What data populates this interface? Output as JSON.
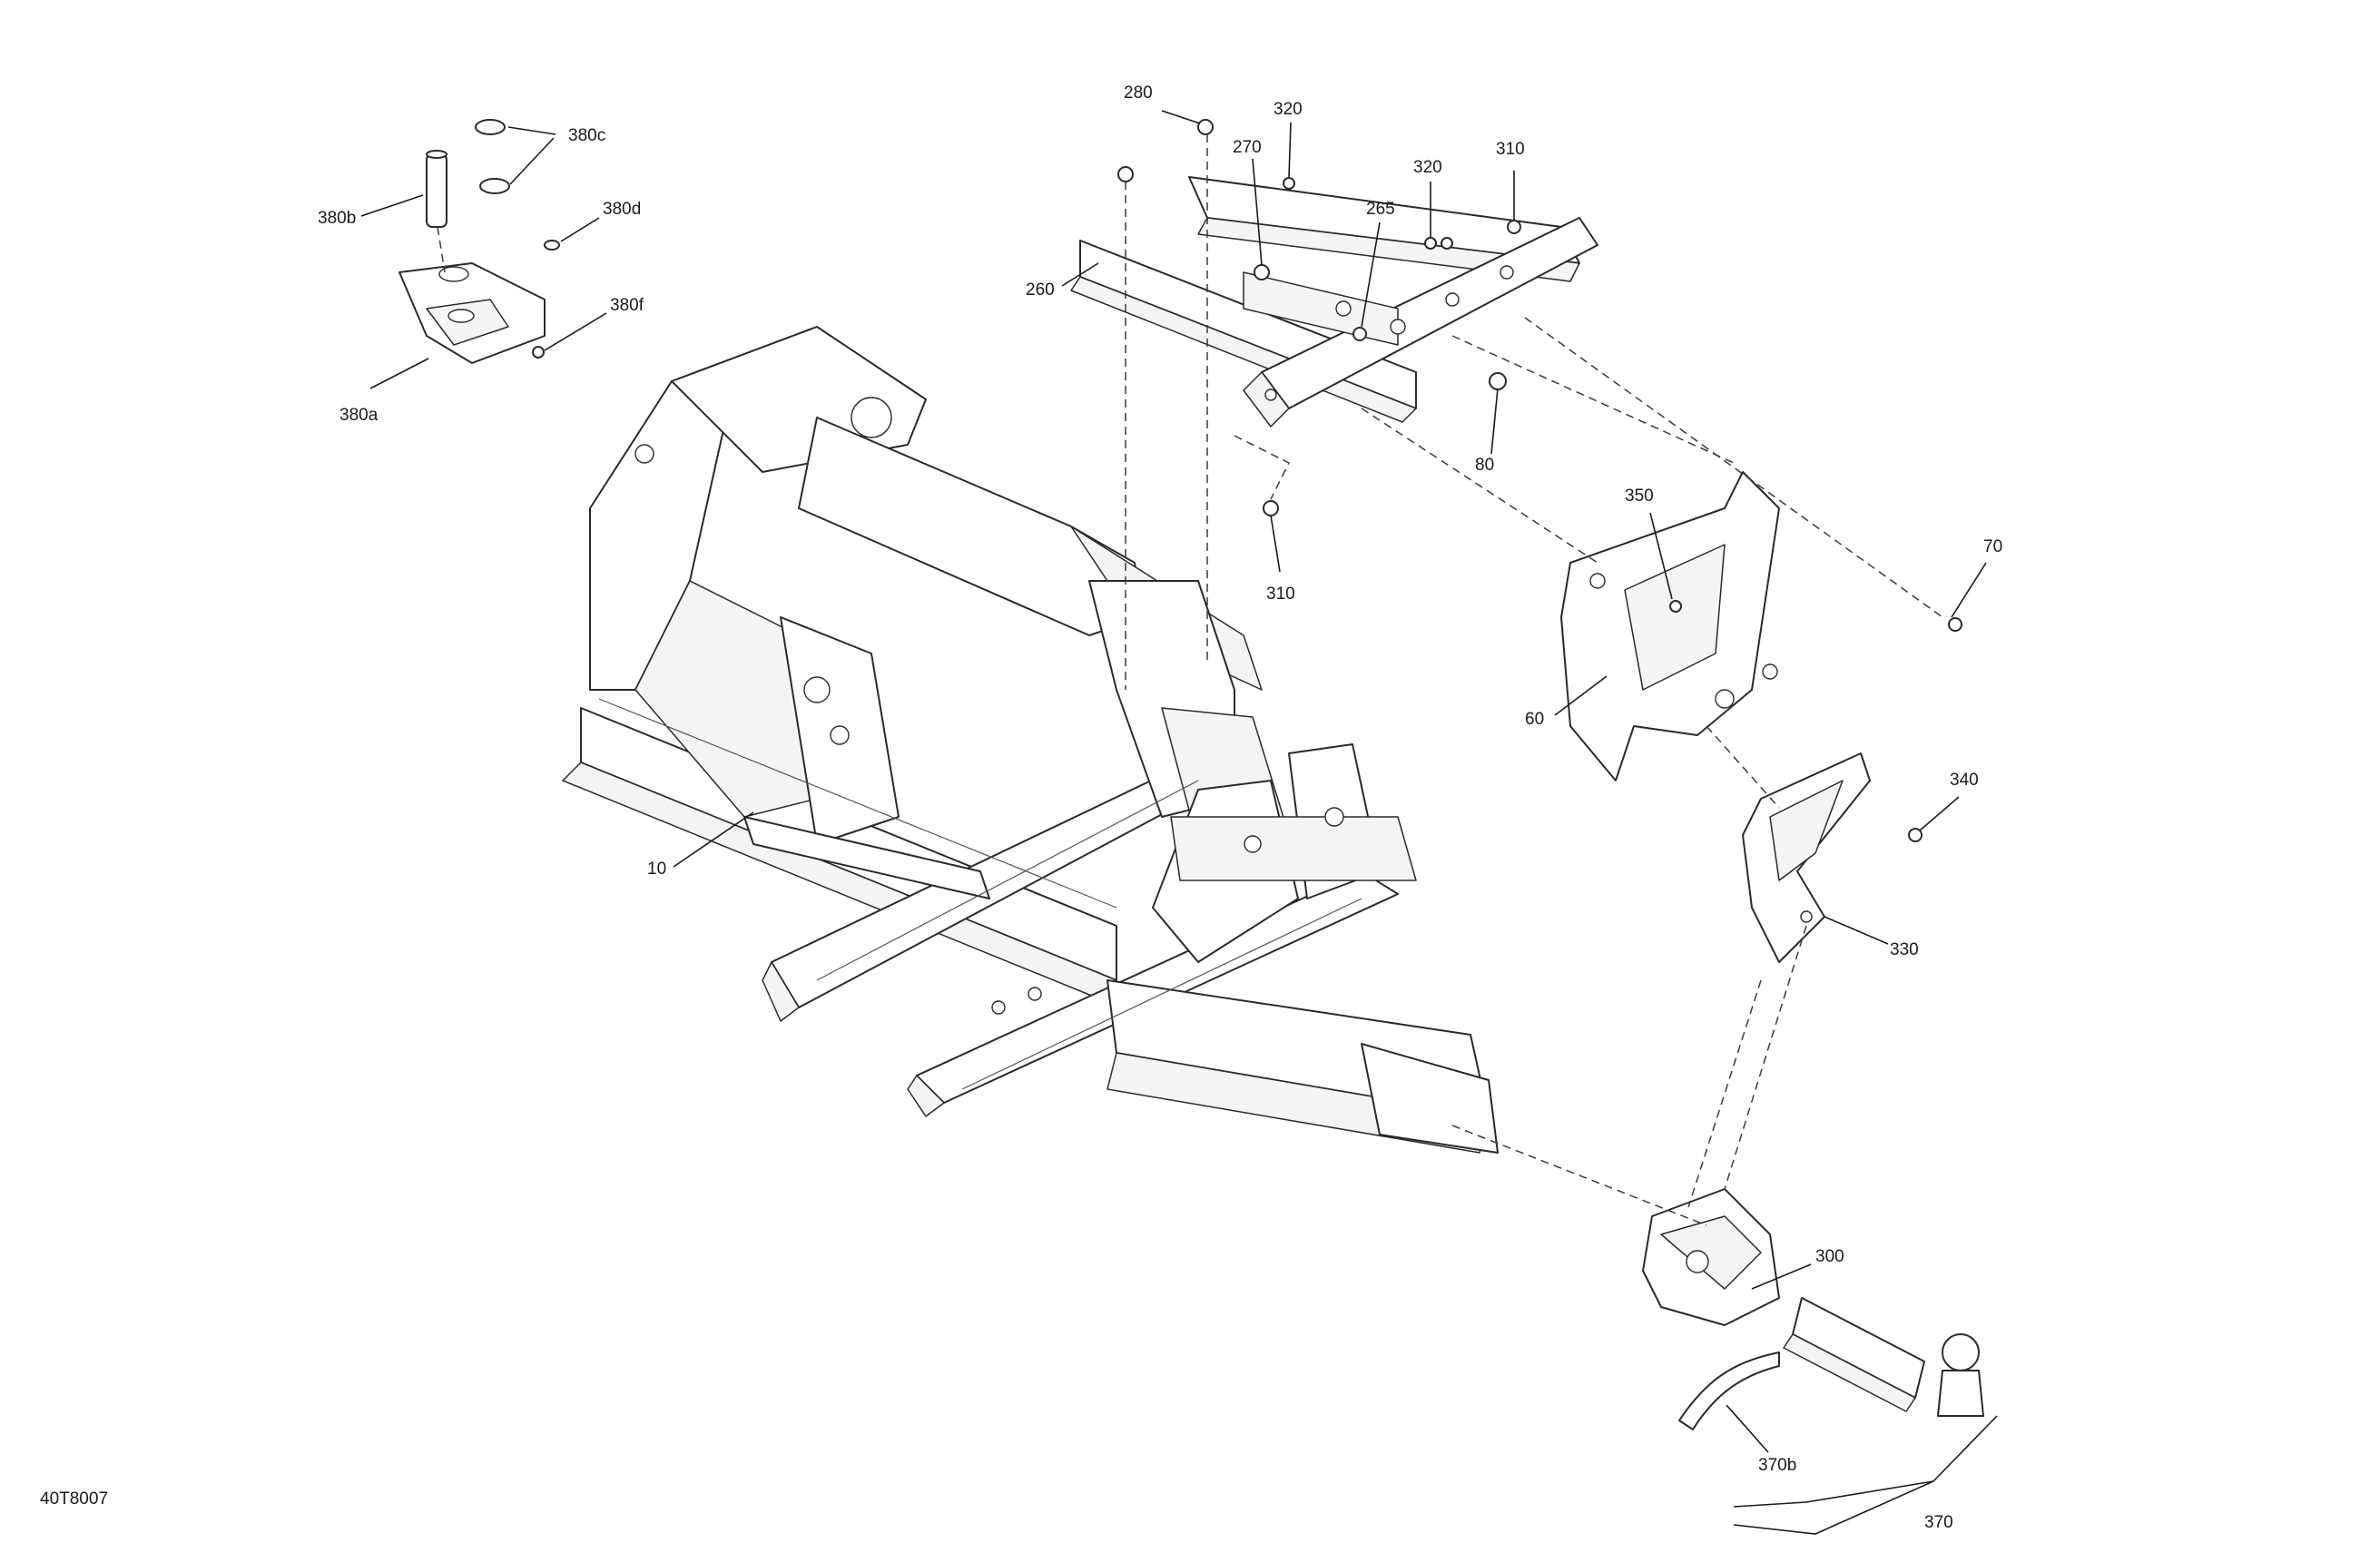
{
  "diagram": {
    "drawing_number": "40T8007",
    "callouts": {
      "p10": "10",
      "p60": "60",
      "p70": "70",
      "p80": "80",
      "p260": "260",
      "p265": "265",
      "p270": "270",
      "p280": "280",
      "p300": "300",
      "p310a": "310",
      "p310b": "310",
      "p320a": "320",
      "p320b": "320",
      "p330": "330",
      "p340": "340",
      "p350": "350",
      "p370": "370",
      "p370b": "370b",
      "p380a": "380a",
      "p380b": "380b",
      "p380c": "380c",
      "p380d": "380d",
      "p380f": "380f"
    }
  }
}
